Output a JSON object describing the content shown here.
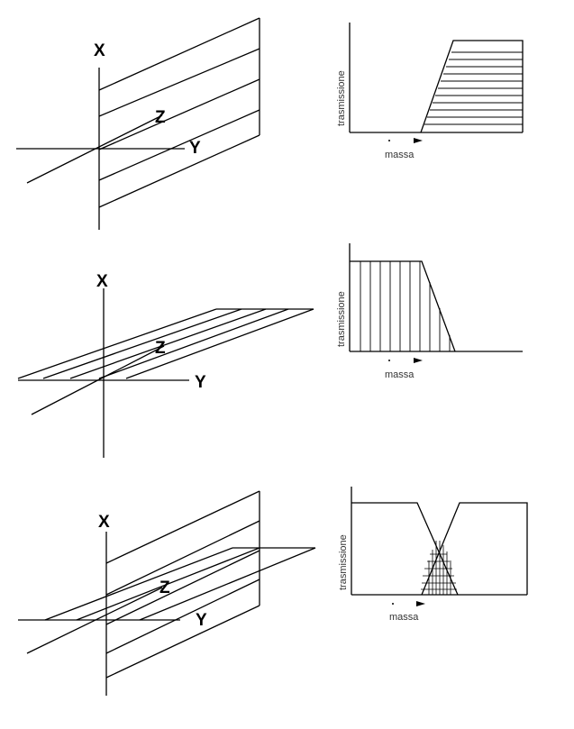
{
  "axes_labels": {
    "x": "X",
    "y": "Y",
    "z": "Z"
  },
  "plot": {
    "ylabel": "trasmissione",
    "xlabel": "massa"
  },
  "panels": [
    {
      "name": "panel-1",
      "plane": "vertical-xz",
      "filter": "high-pass"
    },
    {
      "name": "panel-2",
      "plane": "horizontal-yz",
      "filter": "low-pass"
    },
    {
      "name": "panel-3",
      "plane": "both",
      "filter": "band-overlap"
    }
  ],
  "colors": {
    "line": "#000000",
    "label": "#333333",
    "background": "#ffffff"
  }
}
